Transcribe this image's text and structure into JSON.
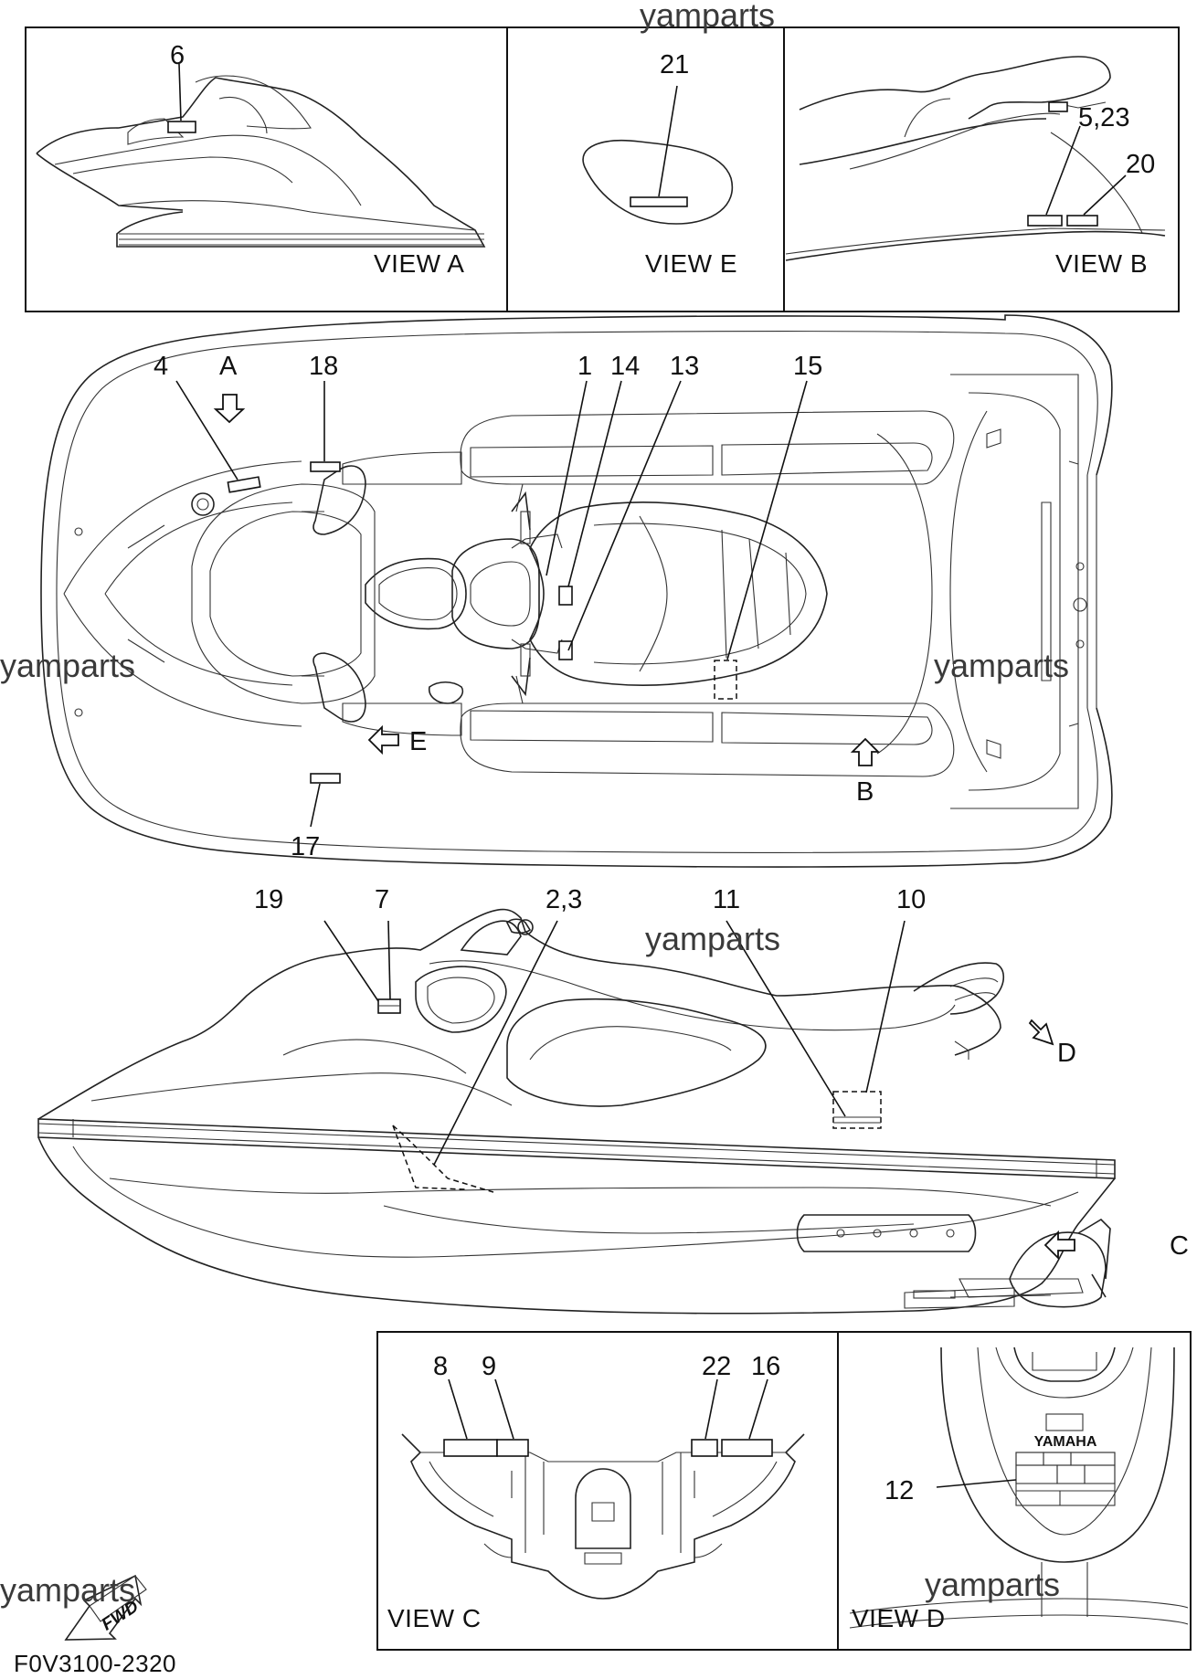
{
  "watermark": "yamparts",
  "figure_code": "F0V3100-2320",
  "fwd_label": "FWD",
  "yamaha_text": "YAMAHA",
  "views": {
    "a": "VIEW A",
    "e": "VIEW E",
    "b": "VIEW B",
    "c": "VIEW C",
    "d": "VIEW D"
  },
  "arrow_letters": {
    "a": "A",
    "b": "B",
    "c": "C",
    "d": "D",
    "e": "E"
  },
  "callouts": {
    "n1": "1",
    "n2_3": "2,3",
    "n4": "4",
    "n5_23": "5,23",
    "n6": "6",
    "n7": "7",
    "n8": "8",
    "n9": "9",
    "n10": "10",
    "n11": "11",
    "n12": "12",
    "n13": "13",
    "n14": "14",
    "n15": "15",
    "n16": "16",
    "n17": "17",
    "n18": "18",
    "n19": "19",
    "n20": "20",
    "n21": "21",
    "n22": "22"
  }
}
